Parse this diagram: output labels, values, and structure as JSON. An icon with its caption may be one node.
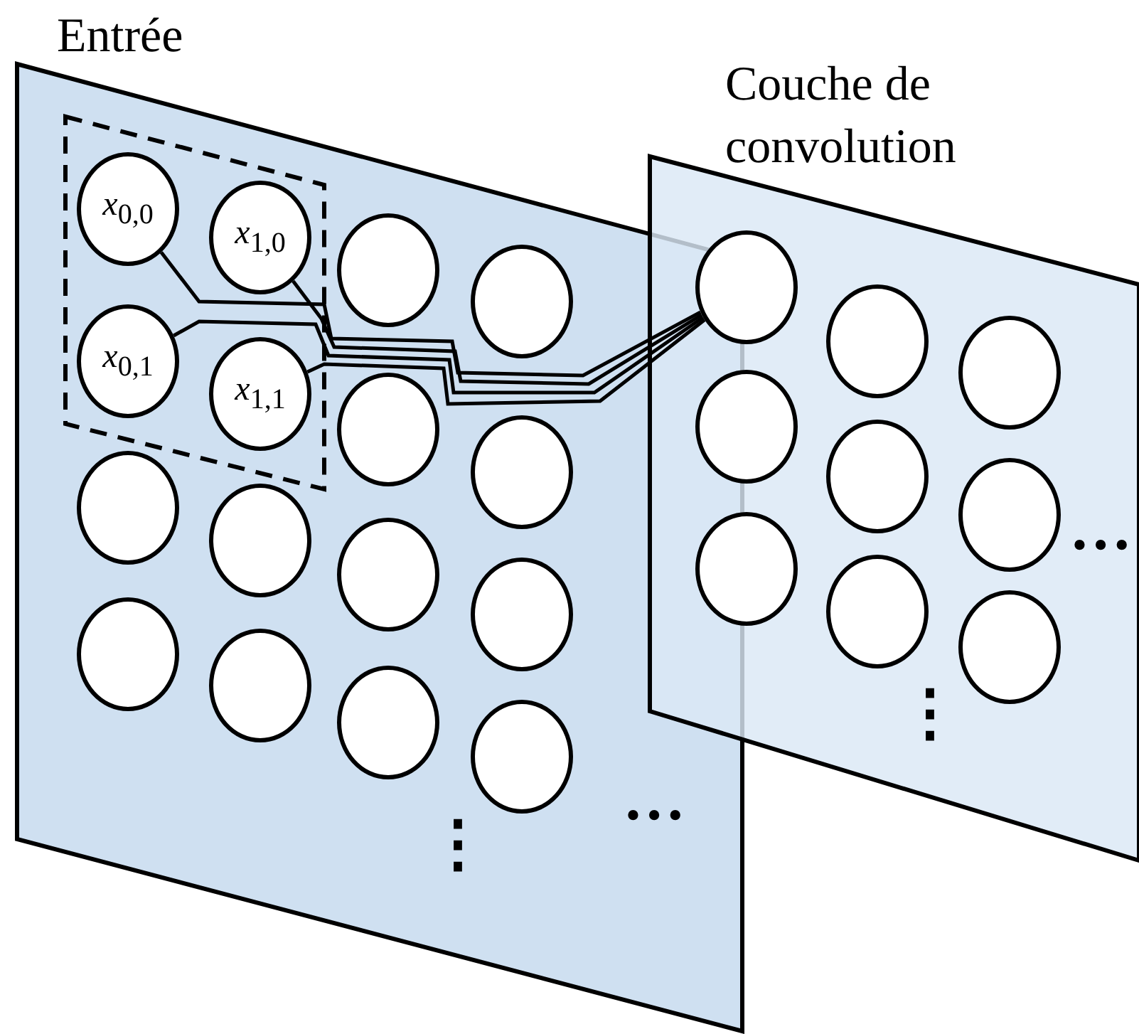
{
  "diagram": {
    "nodes": [
      {
        "text": [
          "Entrée"
        ]
      },
      {
        "text": [],
        "shape": "box",
        "in": 0
      },
      {
        "text": [
          "*x*$_{0,0}$"
        ],
        "in": 1
      },
      {
        "text": [
          "*x*$_{1,0}$"
        ],
        "in": 1
      },
      {
        "text": [],
        "shape": "circle",
        "in": 0
      },
      {
        "text": [],
        "shape": "circle",
        "in": 0
      },
      {
        "text": [
          "*x*$_{0,1}$"
        ],
        "in": 1
      },
      {
        "text": [
          "*x*$_{1,1}$"
        ],
        "in": 1
      },
      {
        "text": [],
        "shape": "circle",
        "in": 0
      },
      {
        "text": [],
        "shape": "circle",
        "in": 0
      },
      {
        "text": [],
        "shape": "circle",
        "in": 0
      },
      {
        "text": [],
        "shape": "circle",
        "in": 0
      },
      {
        "text": [],
        "shape": "circle",
        "in": 0
      },
      {
        "text": [],
        "shape": "circle",
        "in": 0
      },
      {
        "text": [],
        "shape": "circle",
        "in": 0
      },
      {
        "text": [],
        "shape": "circle",
        "in": 0
      },
      {
        "text": [],
        "shape": "circle",
        "in": 0
      },
      {
        "text": [],
        "shape": "circle",
        "in": 0
      },
      {
        "text": [
          "Couche de convolution"
        ]
      },
      {
        "text": [],
        "shape": "circle",
        "in": 18
      },
      {
        "text": [],
        "shape": "circle",
        "in": 18
      },
      {
        "text": [],
        "shape": "circle",
        "in": 18
      },
      {
        "text": [],
        "shape": "circle",
        "in": 18
      },
      {
        "text": [],
        "shape": "circle",
        "in": 18
      },
      {
        "text": [],
        "shape": "circle",
        "in": 18
      },
      {
        "text": [],
        "shape": "circle",
        "in": 18
      },
      {
        "text": [],
        "shape": "circle",
        "in": 18
      },
      {
        "text": [],
        "shape": "circle",
        "in": 18
      }
    ],
    "edges": [
      {
        "from": 2,
        "to": 19,
        "arrow": "none"
      },
      {
        "from": 3,
        "to": 19,
        "arrow": "none"
      },
      {
        "from": 6,
        "to": 19,
        "arrow": "none"
      },
      {
        "from": 7,
        "to": 19,
        "arrow": "none"
      }
    ],
    "labels": [
      "…",
      "⋮",
      "…",
      "⋮"
    ]
  }
}
